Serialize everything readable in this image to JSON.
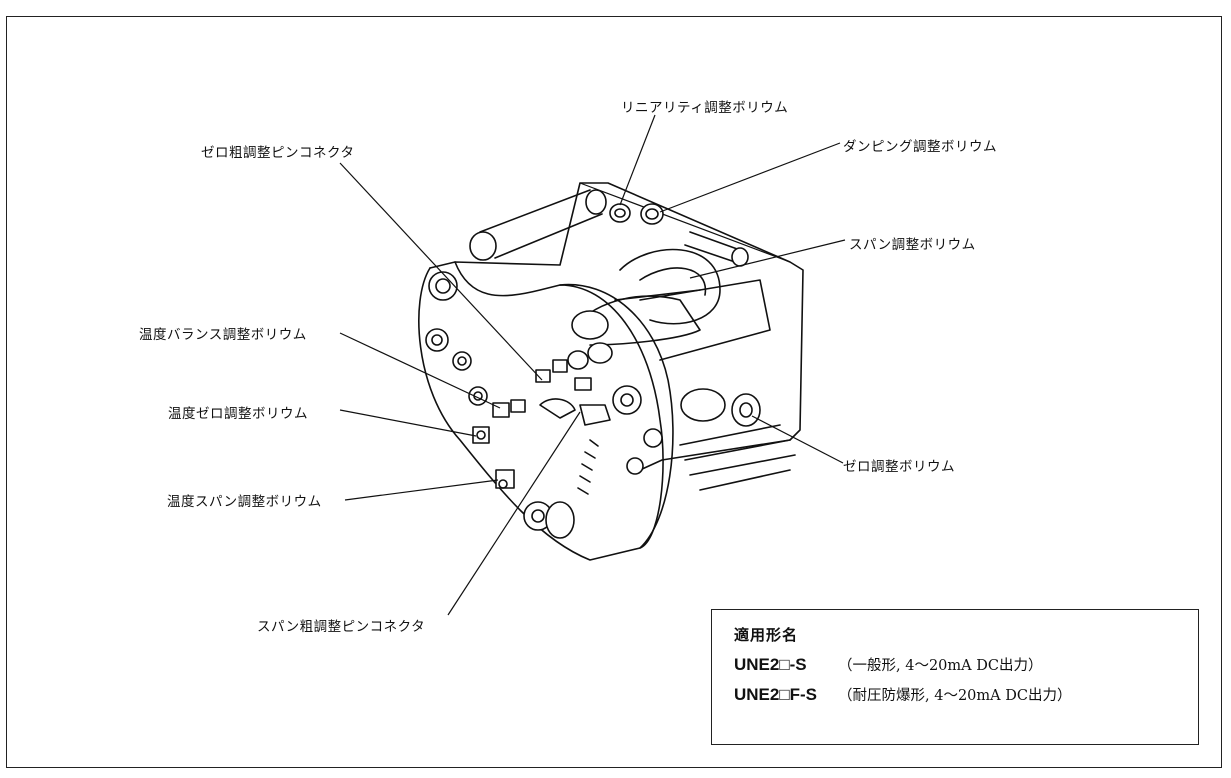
{
  "labels": {
    "linearity_pot": "リニアリティ調整ボリウム",
    "damping_pot": "ダンピング調整ボリウム",
    "zero_coarse_pin": "ゼロ粗調整ピンコネクタ",
    "span_pot": "スパン調整ボリウム",
    "temp_balance_pot": "温度バランス調整ボリウム",
    "temp_zero_pot": "温度ゼロ調整ボリウム",
    "zero_pot": "ゼロ調整ボリウム",
    "temp_span_pot": "温度スパン調整ボリウム",
    "span_coarse_pin": "スパン粗調整ピンコネクタ"
  },
  "model_box": {
    "title": "適用形名",
    "models": [
      {
        "name": "UNE2□-S",
        "desc": "（一般形, 4～20mA DC出力）"
      },
      {
        "name": "UNE2□F-S",
        "desc": "（耐圧防爆形, 4～20mA DC出力）"
      }
    ]
  }
}
